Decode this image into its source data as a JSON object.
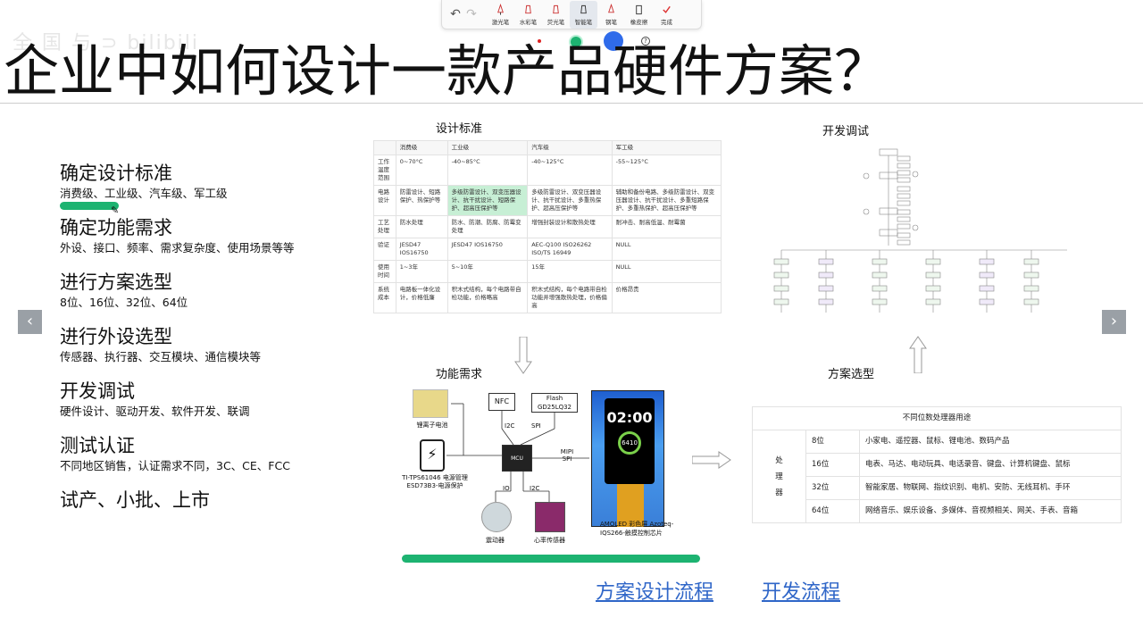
{
  "toolbar": {
    "undo_label": "↶",
    "redo_label": "↷",
    "tools": [
      "激光笔",
      "水彩笔",
      "荧光笔",
      "智能笔",
      "钢笔",
      "橡皮擦",
      "完成"
    ],
    "active_tool": "智能笔",
    "help_label": "?"
  },
  "watermark": "全 国 与 ⊃ bilibili",
  "title": "企业中如何设计一款产品硬件方案？",
  "outline": [
    {
      "head": "确定设计标准",
      "sub": "消费级、工业级、汽车级、军工级"
    },
    {
      "head": "确定功能需求",
      "sub": "外设、接口、频率、需求复杂度、使用场景等等"
    },
    {
      "head": "进行方案选型",
      "sub": "8位、16位、32位、64位"
    },
    {
      "head": "进行外设选型",
      "sub": "传感器、执行器、交互模块、通信模块等"
    },
    {
      "head": "开发调试",
      "sub": "硬件设计、驱动开发、软件开发、联调"
    },
    {
      "head": "测试认证",
      "sub": "不同地区销售，认证需求不同，3C、CE、FCC"
    },
    {
      "head": "试产、小批、上市",
      "sub": ""
    }
  ],
  "nav": {
    "prev": "‹",
    "next": "›"
  },
  "sections": {
    "design_standard": "设计标准",
    "dev_debug": "开发调试",
    "func_req": "功能需求",
    "solution_select": "方案选型"
  },
  "std_table": {
    "headers": [
      "",
      "消费级",
      "工业级",
      "汽车级",
      "军工级"
    ],
    "rows": [
      [
        "工作温度范围",
        "0~70°C",
        "-40~85°C",
        "-40~125°C",
        "-55~125°C"
      ],
      [
        "电路设计",
        "防雷设计、短路保护、热保护等",
        "多级防雷设计、双变压器设计、抗干扰设计、短路保护、超高压保护等",
        "多级防雷设计、双变压器设计、抗干扰设计、多重热保护、超高压保护等",
        "辅助和备份电路、多级防雷设计、双变压器设计、抗干扰设计、多重短路保护、多重热保护、超高压保护等"
      ],
      [
        "工艺处理",
        "防水处理",
        "防水、防潮、防腐、防霉变处理",
        "增强封装设计和散热处理",
        "耐冲击、耐高低温、耐霉菌"
      ],
      [
        "验证",
        "JESD47 IOS16750",
        "JESD47 IOS16750",
        "AEC-Q100 ISO26262 ISO/TS 16949",
        "NULL"
      ],
      [
        "使用时间",
        "1~3年",
        "5~10年",
        "15年",
        "NULL"
      ],
      [
        "系统成本",
        "电路板一体化设计，价格低廉",
        "积木式结构，每个电路带自检功能，价格略高",
        "积木式结构，每个电路带自检功能并增强散热处理，价格偏高",
        "价格昂贵"
      ]
    ]
  },
  "func_diagram": {
    "nfc": "NFC",
    "flash": "Flash GD25LQ32",
    "i2c_top": "I2C",
    "spi_top": "SPI",
    "mipi": "MIPI SPI",
    "io": "IO",
    "i2c_bottom": "I2C",
    "battery": "锂离子电池",
    "power": "TI-TPS61046 电源管理 ESD73B3-电源保护",
    "vibrator": "震动器",
    "heart": "心率传感器",
    "screen": "AMOLED 彩色屏 Azoteq-IQS266-触摸控制芯片",
    "phone_time": "02:00",
    "phone_steps": "6410"
  },
  "proc_table": {
    "caption": "不同位数处理器用途",
    "group_label": "处理器",
    "rows": [
      {
        "bits": "8位",
        "use": "小家电、遥控器、鼠标、锂电池、数码产品"
      },
      {
        "bits": "16位",
        "use": "电表、马达、电动玩具、电话录音、键盘、计算机键盘、鼠标"
      },
      {
        "bits": "32位",
        "use": "智能家居、物联网、指纹识别、电机、安防、无线耳机、手环"
      },
      {
        "bits": "64位",
        "use": "网络音乐、娱乐设备、多媒体、音视频相关、网关、手表、音箱"
      }
    ]
  },
  "links": [
    "方案设计流程",
    "开发流程"
  ],
  "colors": {
    "accent": "#1db371",
    "link": "#2f66c8",
    "pen_blue": "#2f6bea"
  }
}
